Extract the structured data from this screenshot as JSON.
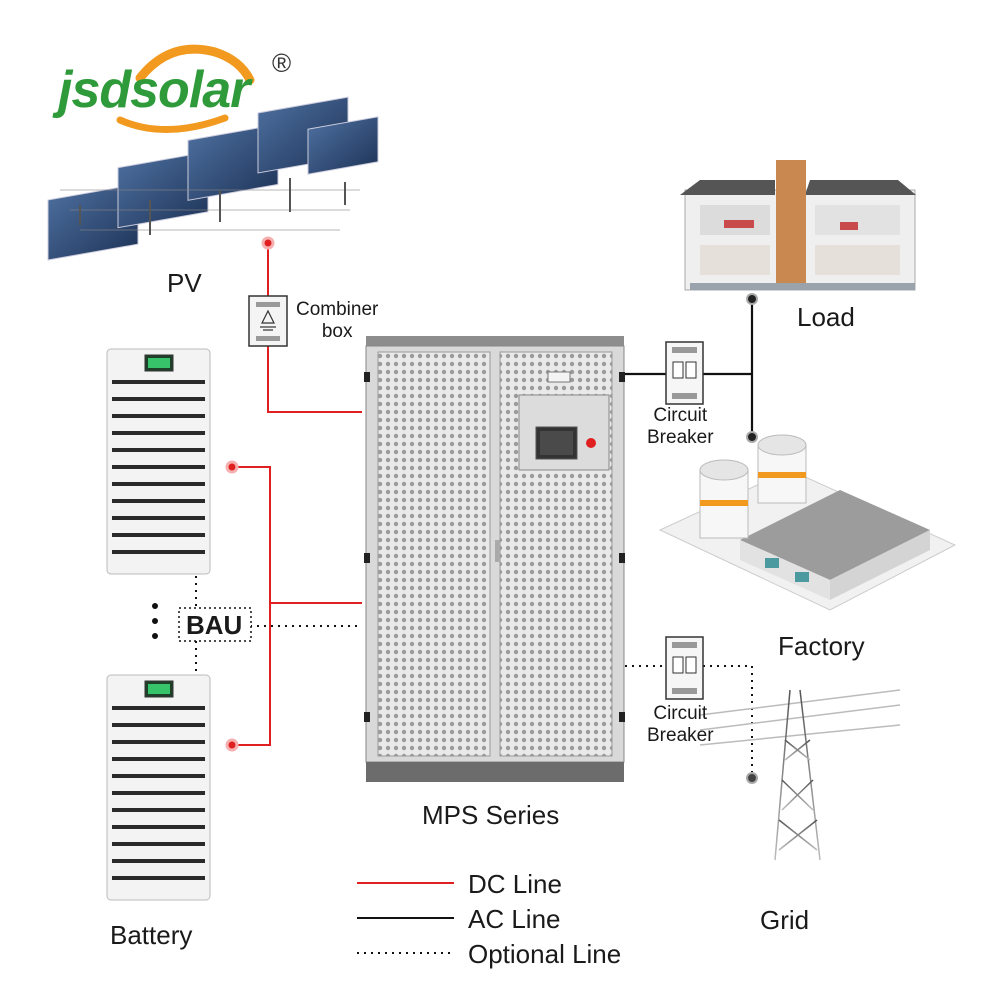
{
  "brand": {
    "name": "jsdsolar",
    "registered": "®"
  },
  "labels": {
    "pv": "PV",
    "combiner_box": "Combiner\nbox",
    "load": "Load",
    "circuit_breaker_1": "Circuit\nBreaker",
    "factory": "Factory",
    "circuit_breaker_2": "Circuit\nBreaker",
    "grid": "Grid",
    "bau": "BAU",
    "mps_series": "MPS Series",
    "battery": "Battery"
  },
  "legend": [
    {
      "label": "DC Line",
      "style": "solid",
      "color": "#e02020"
    },
    {
      "label": "AC Line",
      "style": "solid",
      "color": "#111111"
    },
    {
      "label": "Optional Line",
      "style": "dotted",
      "color": "#111111"
    }
  ],
  "colors": {
    "dc": "#e02020",
    "ac": "#111111",
    "brand_green": "#2e9a3a",
    "brand_orange": "#f29a1f"
  }
}
